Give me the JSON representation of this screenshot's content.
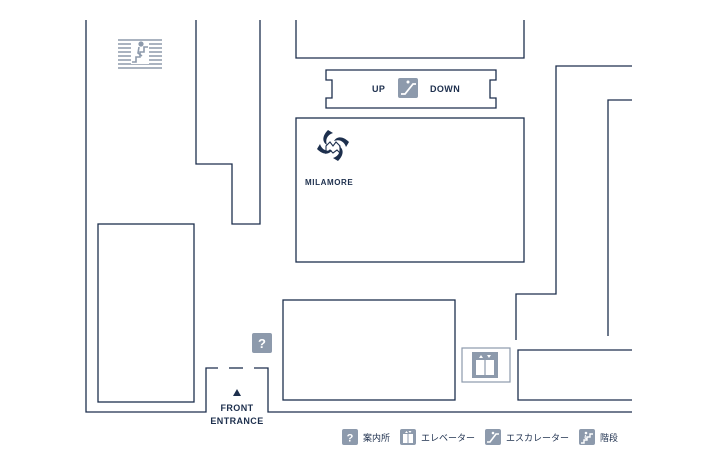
{
  "labels": {
    "up": "UP",
    "down": "DOWN",
    "store_name": "MILAMORE",
    "entrance_line1": "FRONT",
    "entrance_line2": "ENTRANCE"
  },
  "legend": [
    {
      "icon": "info-icon",
      "label": "案内所"
    },
    {
      "icon": "elevator-icon",
      "label": "エレベーター"
    },
    {
      "icon": "escalator-icon",
      "label": "エスカレーター"
    },
    {
      "icon": "stairs-icon",
      "label": "階段"
    }
  ],
  "colors": {
    "wall": "#1d2f4d",
    "icon_bg": "#8d9aac",
    "icon_fg": "#ffffff"
  }
}
